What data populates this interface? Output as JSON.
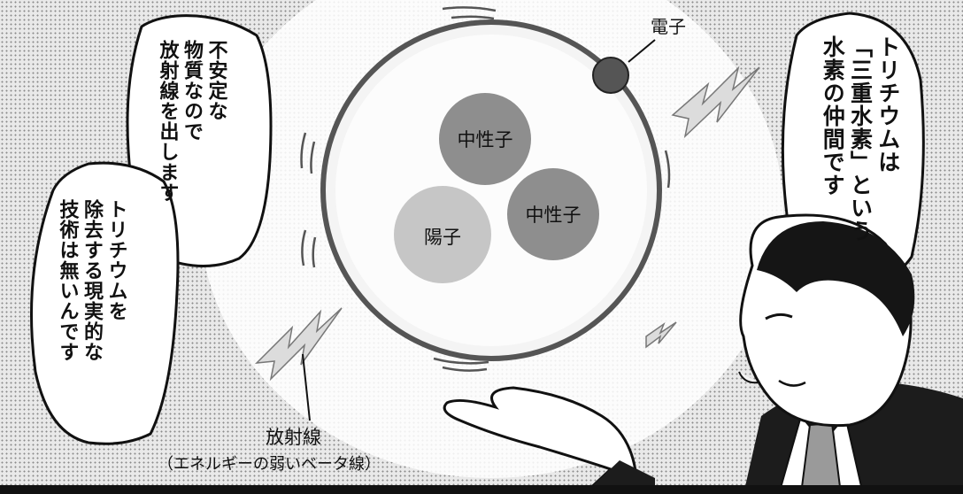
{
  "atom": {
    "electron_label": "電子",
    "particles": [
      "中性子",
      "陽子",
      "中性子"
    ]
  },
  "radiation_caption": {
    "line1": "放射線",
    "line2": "（エネルギーの弱いベータ線）"
  },
  "bubbles": {
    "left_top": "不安定な\n物質なので\n放射線を出します",
    "left_bottom": "トリチウムを\n除去する現実的な\n技術は無いんです",
    "right": "トリチウムは\n「三重水素」という\n水素の仲間です"
  },
  "colors": {
    "dark_particle": "#8e8e8e",
    "light_particle": "#c6c6c6",
    "electron": "#555555",
    "screen_tone": "#8a8a8a"
  }
}
